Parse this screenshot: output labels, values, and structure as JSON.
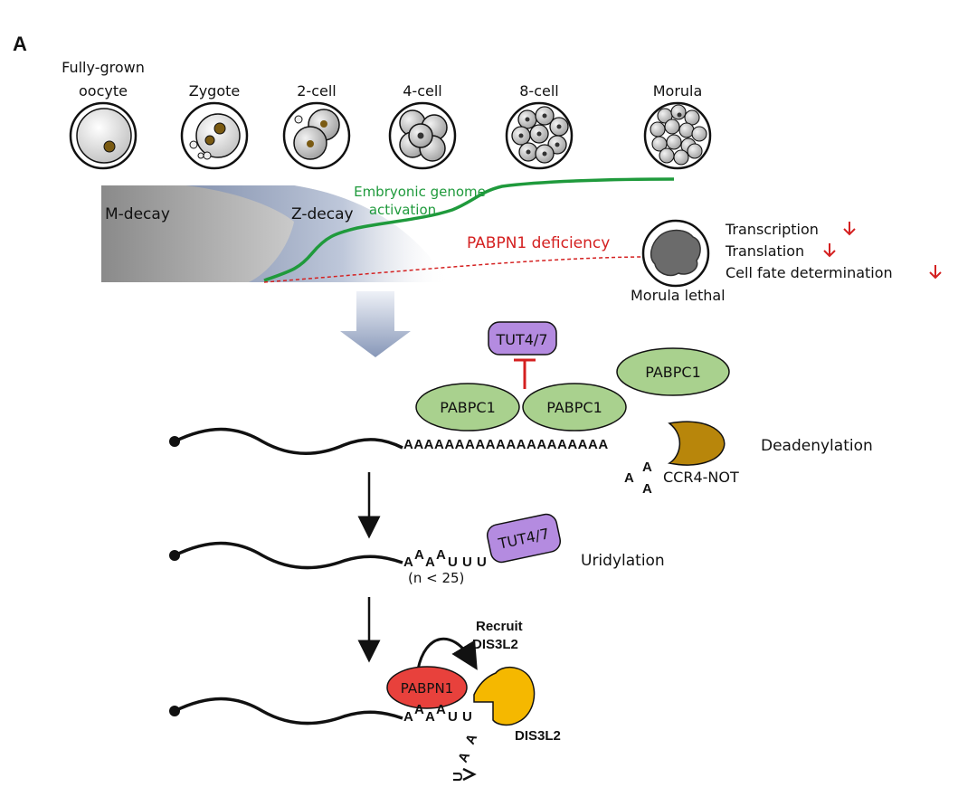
{
  "panel_label": "A",
  "stages": [
    {
      "line1": "Fully-grown",
      "line2": "oocyte"
    },
    {
      "line1": "",
      "line2": "Zygote"
    },
    {
      "line1": "",
      "line2": "2-cell"
    },
    {
      "line1": "",
      "line2": "4-cell"
    },
    {
      "line1": "",
      "line2": "8-cell"
    },
    {
      "line1": "",
      "line2": "Morula"
    }
  ],
  "decay": {
    "m_decay": "M-decay",
    "z_decay": "Z-decay"
  },
  "ega": {
    "line1": "Embryonic genome",
    "line2": "activation"
  },
  "deficiency_label": "PABPN1 deficiency",
  "lethal": {
    "label": "Morula lethal",
    "effects": [
      "Transcription",
      "Translation",
      "Cell fate determination"
    ]
  },
  "step1": {
    "tut": "TUT4/7",
    "pabpc1_a": "PABPC1",
    "pabpc1_b": "PABPC1",
    "pabpc1_c": "PABPC1",
    "polyA": "AAAAAAAAAAAAAAAAAAAA",
    "released": [
      "A",
      "A",
      "A"
    ],
    "ccr4": "CCR4-NOT",
    "label": "Deadenylation"
  },
  "step2": {
    "tail": [
      "A",
      "A",
      "A",
      "A",
      "U",
      "U",
      "U"
    ],
    "n_note": "(n < 25)",
    "tut": "TUT4/7",
    "label": "Uridylation"
  },
  "step3": {
    "recruit_line1": "Recruit",
    "recruit_line2": "DIS3L2",
    "pabpn1": "PABPN1",
    "tail": [
      "A",
      "A",
      "A",
      "A",
      "U",
      "U"
    ],
    "released": [
      "A",
      "A",
      "U"
    ],
    "dis3l2": "DIS3L2"
  },
  "colors": {
    "pabpc1": "#a9d18e",
    "tut": "#b48be0",
    "pabpn1": "#e8413c",
    "dis3l2": "#f5b800",
    "ccr4": "#b8860b",
    "ega_line": "#1f9a3c",
    "deficiency": "#d42020",
    "arrow_fill": "#9fb0cc"
  }
}
